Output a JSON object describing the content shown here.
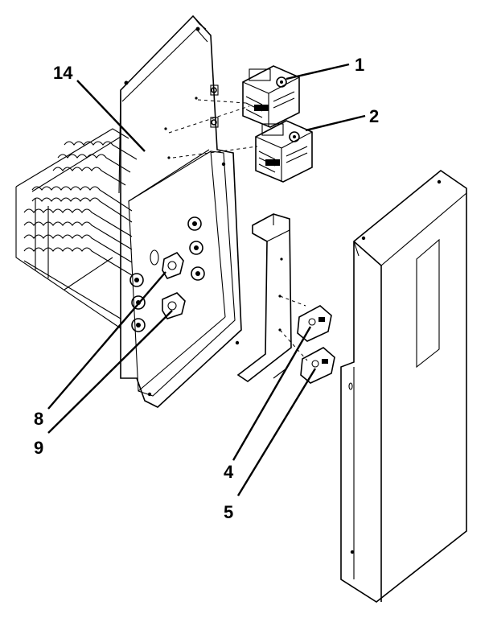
{
  "diagram": {
    "callouts": {
      "c1": "1",
      "c2": "2",
      "c14": "14",
      "c8": "8",
      "c9": "9",
      "c4": "4",
      "c5": "5"
    },
    "parts": {
      "relay_upper": "relay",
      "relay_lower": "relay",
      "heater_coils": "heating-element",
      "terminal_block_upper": "terminal-block",
      "terminal_block_lower": "terminal-block",
      "limit_switch_upper": "limit-switch",
      "limit_switch_lower": "limit-switch",
      "mounting_panel": "mounting-panel",
      "cover_panel": "cover-panel",
      "channel_bracket": "channel-bracket"
    },
    "line_color": "#000000",
    "background": "#ffffff"
  }
}
